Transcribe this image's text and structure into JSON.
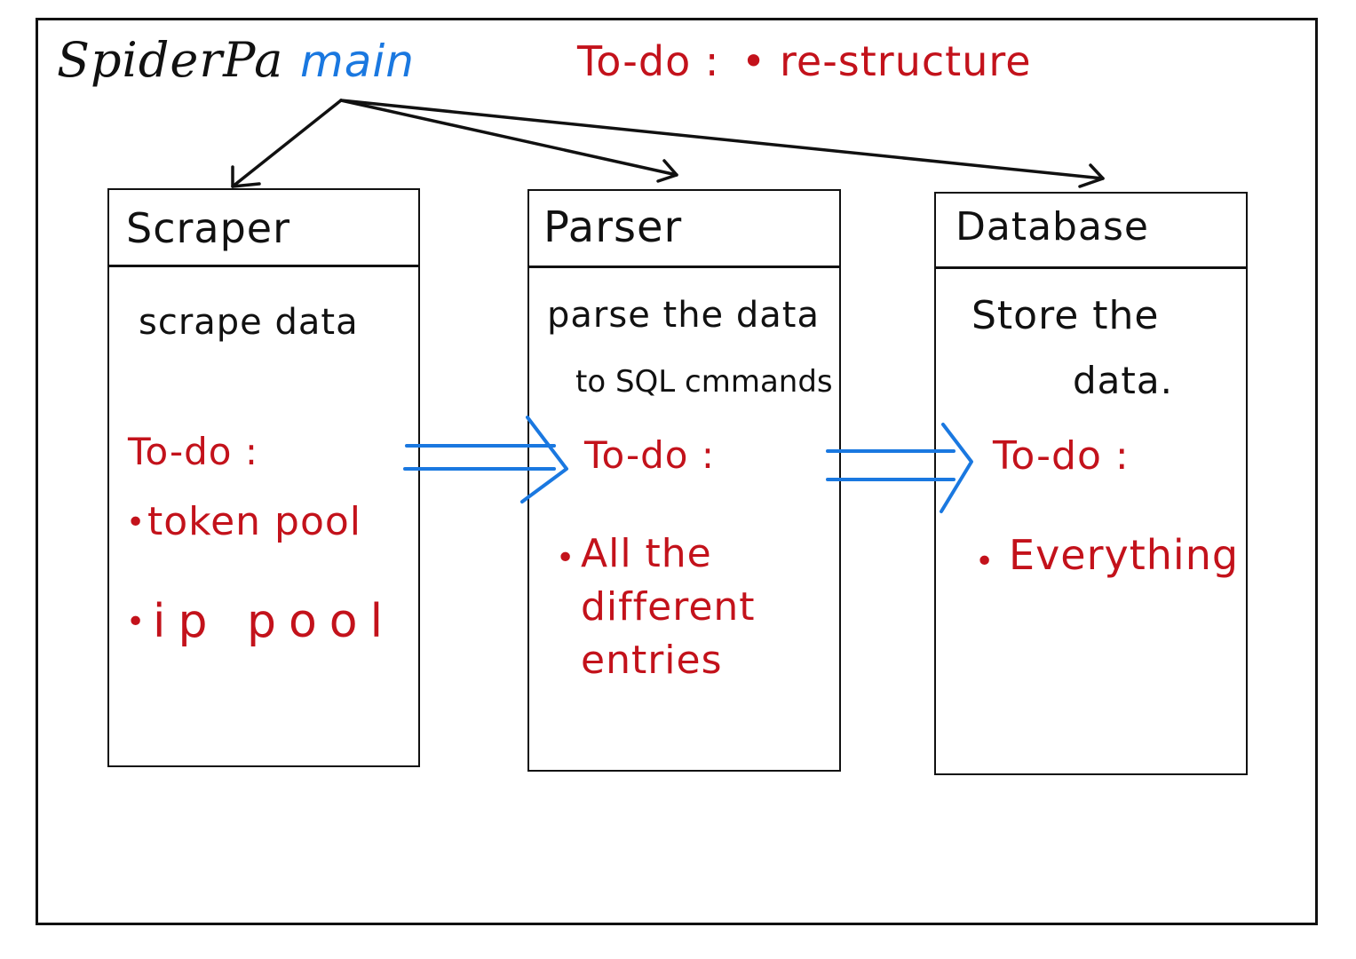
{
  "header": {
    "app_name": "SpiderPa",
    "module": "main",
    "todo_label": "To-do :",
    "todo_item": "re-structure"
  },
  "boxes": [
    {
      "title": "Scraper",
      "description": [
        "scrape data"
      ],
      "todo_label": "To-do :",
      "todo_items": [
        "token pool",
        "ip pool"
      ]
    },
    {
      "title": "Parser",
      "description": [
        "parse the data",
        "to SQL cmmands"
      ],
      "todo_label": "To-do :",
      "todo_items": [
        "All the different entries"
      ]
    },
    {
      "title": "Database",
      "description": [
        "Store the",
        "data."
      ],
      "todo_label": "To-do :",
      "todo_items": [
        "Everything"
      ]
    }
  ],
  "colors": {
    "ink": "#111111",
    "todo": "#c3121b",
    "main": "#1a78e0",
    "flow_arrow": "#1a78e0"
  }
}
